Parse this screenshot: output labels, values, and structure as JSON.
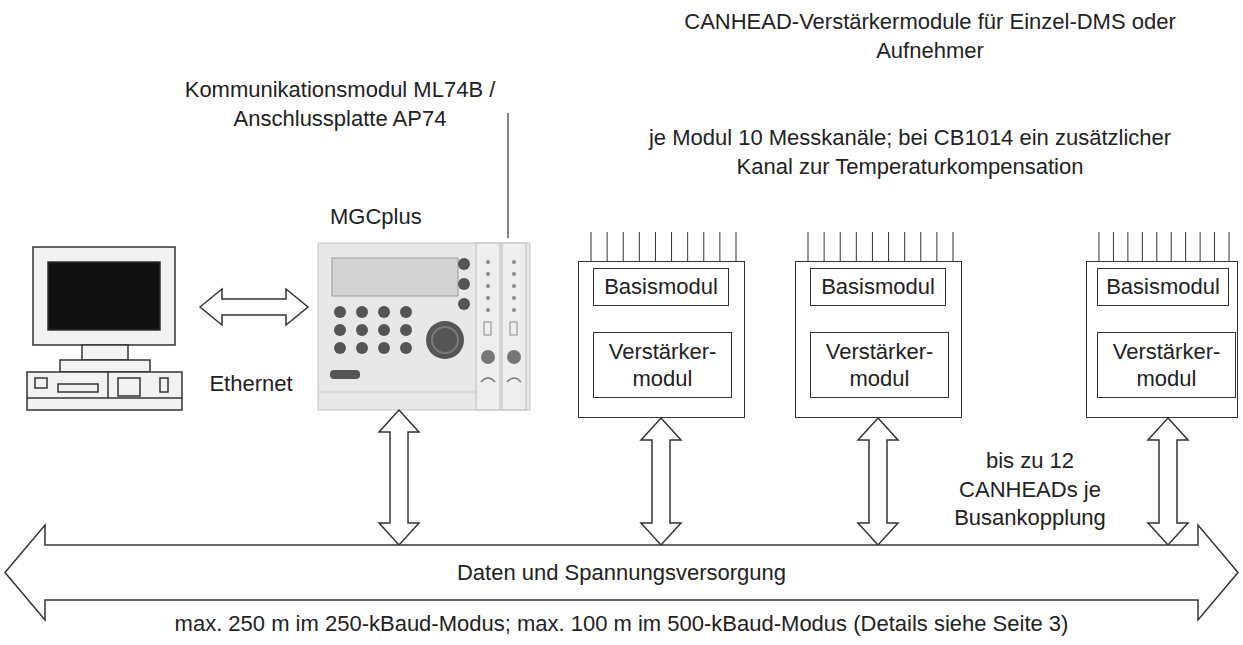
{
  "diagram": {
    "caption": "max. 250 m im 250-kBaud-Modus; max. 100 m im 500-kBaud-Modus (Details siehe Seite 3)",
    "nodes": [
      {
        "text": [
          "MGCplus"
        ]
      },
      {
        "text": []
      },
      {
        "text": [
          "Basismodul"
        ],
        "in": 1
      },
      {
        "text": [
          "Verstärker- modul"
        ],
        "in": 1
      },
      {
        "text": []
      },
      {
        "text": [
          "Basismodul"
        ],
        "in": 4
      },
      {
        "text": [
          "Verstärker- modul"
        ],
        "in": 4
      },
      {
        "text": []
      },
      {
        "text": [
          "Basismodul"
        ],
        "in": 7
      },
      {
        "text": [
          "Verstärker- modul"
        ],
        "in": 7
      },
      {
        "text": [
          "Daten und Spannungsversorgung"
        ]
      }
    ],
    "edges": [
      {
        "from": 0,
        "to": 10,
        "arrow": "both"
      },
      {
        "from": 1,
        "to": 10,
        "arrow": "both"
      },
      {
        "from": 4,
        "to": 10,
        "arrow": "both"
      },
      {
        "from": 7,
        "to": 10,
        "arrow": "both"
      }
    ],
    "labels": [
      "CANHEAD-Verstärkermodule für Einzel-DMS oder Aufnehmer",
      "Kommunikationsmodul ML74B / Anschlussplatte AP74",
      "je Modul 10 Messkanäle; bei CB1014 ein zusätzlicher Kanal zur Temperaturkompensation",
      "Ethernet",
      "bis zu 12 CANHEADs je Busankopplung"
    ]
  }
}
